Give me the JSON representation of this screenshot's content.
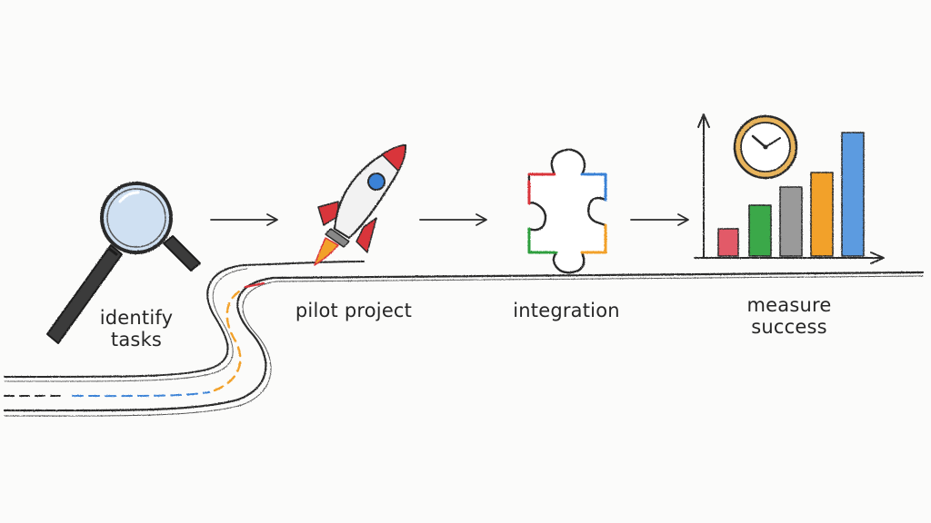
{
  "steps": [
    {
      "id": "identify",
      "label_lines": [
        "identify",
        "tasks"
      ],
      "icon": "magnifying-glass-icon"
    },
    {
      "id": "pilot",
      "label_lines": [
        "pilot project"
      ],
      "icon": "rocket-icon"
    },
    {
      "id": "integration",
      "label_lines": [
        "integration"
      ],
      "icon": "puzzle-piece-icon"
    },
    {
      "id": "measure",
      "label_lines": [
        "measure",
        "success"
      ],
      "icon": "bar-chart-clock-icon"
    }
  ],
  "colors": {
    "ink": "#2a2a2a",
    "red": "#d9343a",
    "green": "#2e9e3e",
    "blue": "#3b82d6",
    "orange": "#f2a12b",
    "gray": "#8c8c8c",
    "lens": "#cfe0f2"
  }
}
